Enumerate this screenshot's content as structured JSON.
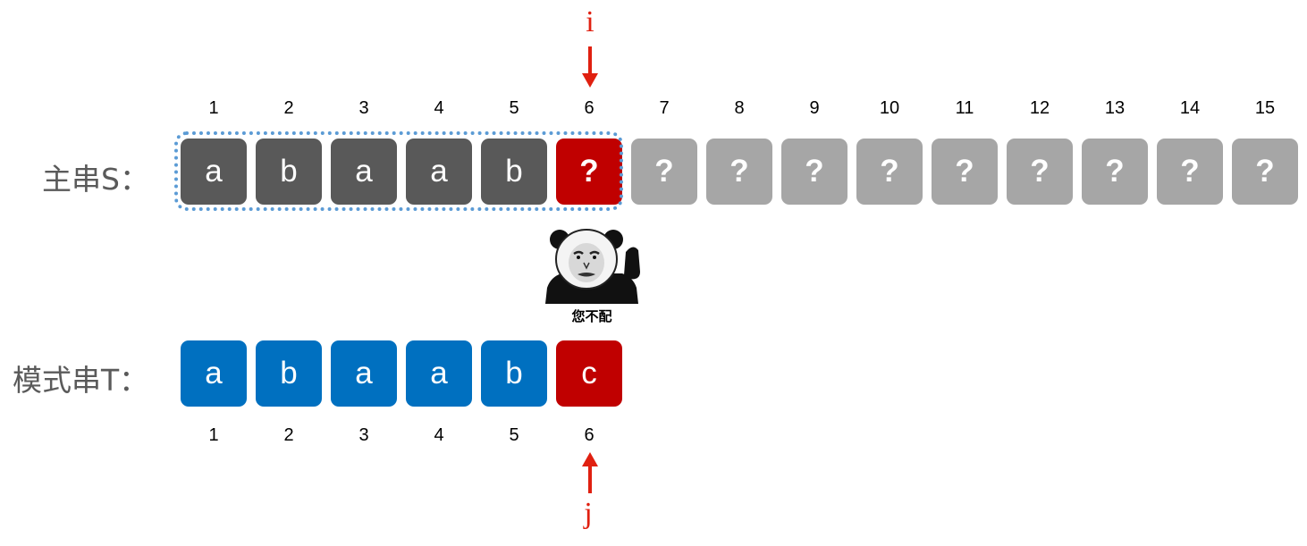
{
  "main_label": "主串S：",
  "pattern_label": "模式串T：",
  "main_indices": [
    "1",
    "2",
    "3",
    "4",
    "5",
    "6",
    "7",
    "8",
    "9",
    "10",
    "11",
    "12",
    "13",
    "14",
    "15"
  ],
  "main_cells": [
    "a",
    "b",
    "a",
    "a",
    "b",
    "?",
    "?",
    "?",
    "?",
    "?",
    "?",
    "?",
    "?",
    "?",
    "?"
  ],
  "pattern_indices": [
    "1",
    "2",
    "3",
    "4",
    "5",
    "6"
  ],
  "pattern_cells": [
    "a",
    "b",
    "a",
    "a",
    "b",
    "c"
  ],
  "pointer_i": "i",
  "pointer_j": "j",
  "meme_caption": "您不配",
  "colors": {
    "main_matched": "#595959",
    "mismatch": "#c00000",
    "main_unknown": "#a6a6a6",
    "pattern": "#0070c0",
    "window_border": "#5b9bd5",
    "pointer": "#e02010"
  }
}
